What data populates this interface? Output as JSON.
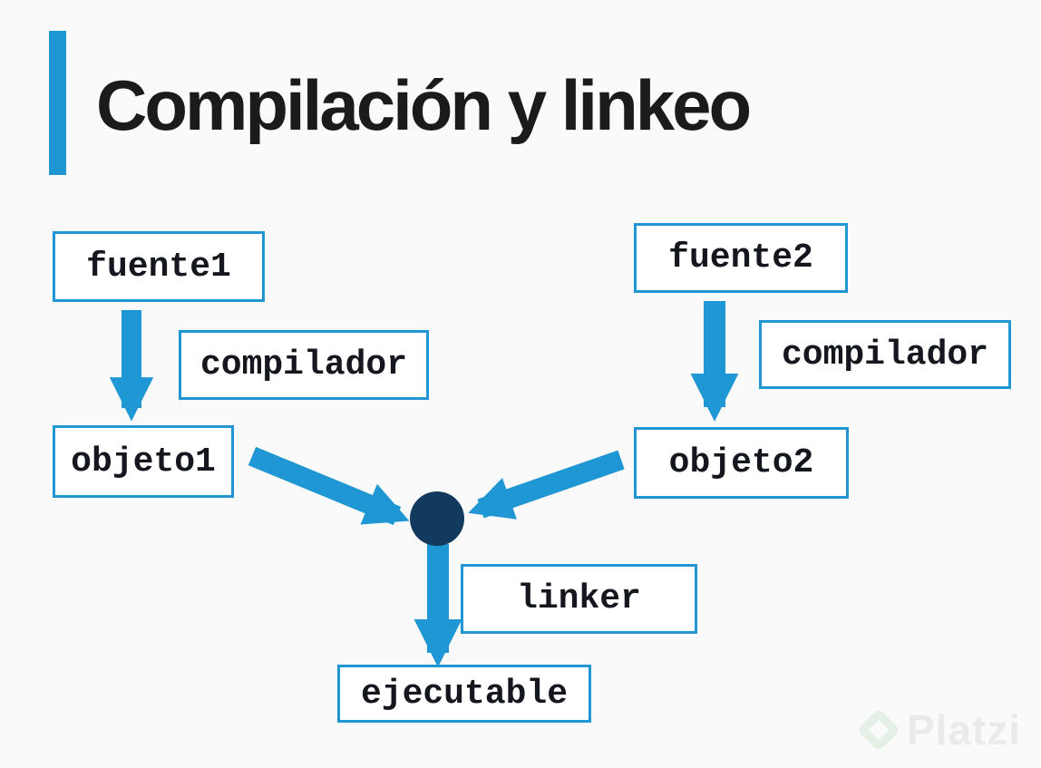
{
  "slide": {
    "title": "Compilación y linkeo"
  },
  "diagram": {
    "nodes": {
      "fuente1": {
        "label": "fuente1"
      },
      "compilador_left": {
        "label": "compilador"
      },
      "objeto1": {
        "label": "objeto1"
      },
      "fuente2": {
        "label": "fuente2"
      },
      "compilador_right": {
        "label": "compilador"
      },
      "objeto2": {
        "label": "objeto2"
      },
      "linker": {
        "label": "linker"
      },
      "ejecutable": {
        "label": "ejecutable"
      }
    },
    "edges": [
      {
        "from": "fuente1",
        "to": "objeto1",
        "via": "compilador"
      },
      {
        "from": "fuente2",
        "to": "objeto2",
        "via": "compilador"
      },
      {
        "from": "objeto1",
        "to": "junction"
      },
      {
        "from": "objeto2",
        "to": "junction"
      },
      {
        "from": "junction",
        "to": "ejecutable",
        "via": "linker"
      }
    ],
    "colors": {
      "background": "#fafafa",
      "accent_bar": "#1e96d2",
      "title_text": "#1b1b1b",
      "arrow": "#1f97d4",
      "box_border": "#2196d3",
      "box_fill": "#ffffff",
      "junction": "#123a5e",
      "label_text": "#15171e",
      "wm_logo": "#e4efe5",
      "wm_text": "#eaeaea"
    }
  },
  "watermark": {
    "text": "Platzi",
    "logo_icon": "platzi-logo-icon"
  }
}
